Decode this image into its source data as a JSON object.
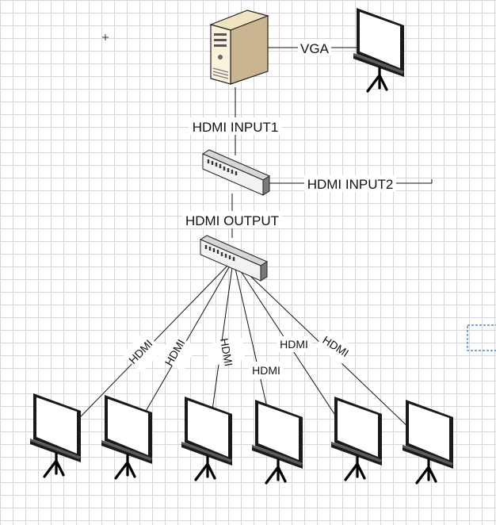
{
  "canvas": {
    "grid_color": "#d6d6d6",
    "background_color": "#ffffff",
    "selection_color": "#2b78c2"
  },
  "devices": {
    "computer": {
      "icon": "desktop-tower-icon"
    },
    "switch_top": {
      "icon": "network-switch-icon"
    },
    "switch_bottom": {
      "icon": "network-switch-icon"
    },
    "projector_screen": {
      "icon": "projector-screen-icon",
      "count": 7
    }
  },
  "labels": {
    "vga": "VGA",
    "hdmi_input1": "HDMI INPUT1",
    "hdmi_input2": "HDMI INPUT2",
    "hdmi_output": "HDMI OUTPUT",
    "hdmi_1": "HDMI",
    "hdmi_2": "HDMI",
    "hdmi_3": "HDMI",
    "hdmi_4": "HDMI",
    "hdmi_5": "HDMI",
    "hdmi_6": "HDMI"
  }
}
